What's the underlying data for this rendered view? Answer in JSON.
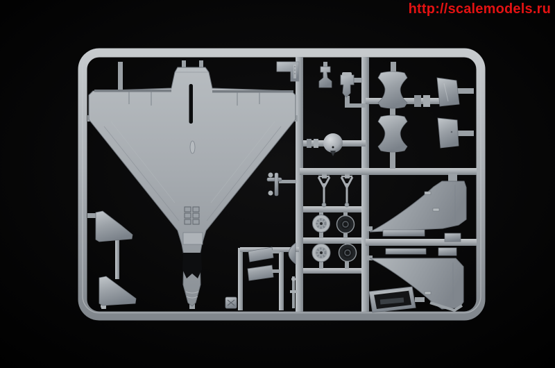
{
  "watermark": {
    "text": "http://scalemodels.ru",
    "color": "#e31212"
  },
  "scene": {
    "background_color": "#030303",
    "plastic_base_color": "#a9aeb3",
    "plastic_highlight_color": "#c9cdd1",
    "plastic_shadow_color": "#6b7178",
    "dark_tire_color": "#202327",
    "subject": "injection-molded model kit sprue with light gray aircraft parts"
  },
  "sprue": {
    "parts": [
      {
        "name": "aircraft-fuselage-top-half"
      },
      {
        "name": "canard-foreplane-upper"
      },
      {
        "name": "canard-foreplane-lower"
      },
      {
        "name": "exhaust-trunk-half-upper"
      },
      {
        "name": "exhaust-trunk-half-lower"
      },
      {
        "name": "access-panel-upper"
      },
      {
        "name": "access-panel-lower"
      },
      {
        "name": "radome-dome"
      },
      {
        "name": "ejection-seat"
      },
      {
        "name": "cockpit-detail-part"
      },
      {
        "name": "landing-gear-strut-left"
      },
      {
        "name": "landing-gear-strut-right"
      },
      {
        "name": "wheel-light-front"
      },
      {
        "name": "wheel-dark-front"
      },
      {
        "name": "wheel-light-rear"
      },
      {
        "name": "wheel-dark-rear"
      },
      {
        "name": "tail-fin-half-upper"
      },
      {
        "name": "tail-fin-half-lower"
      },
      {
        "name": "intake-duct-box"
      },
      {
        "name": "canopy-frame-plate-upper"
      },
      {
        "name": "canopy-frame-plate-lower"
      },
      {
        "name": "antenna-cluster-part"
      },
      {
        "name": "half-round-fairing-part"
      },
      {
        "name": "small-clip-part"
      },
      {
        "name": "sprue-id-tab"
      }
    ]
  }
}
